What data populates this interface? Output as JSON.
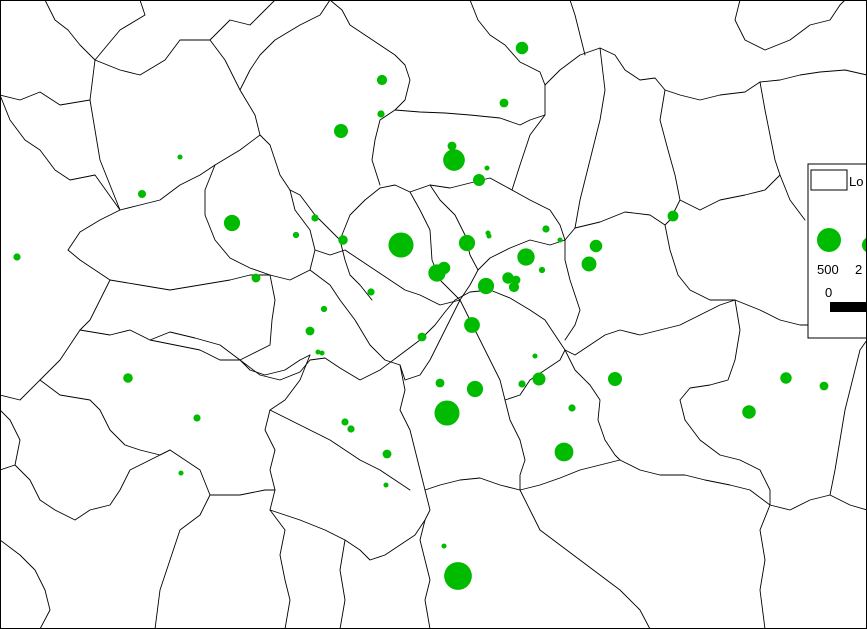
{
  "map": {
    "symbol_color": "#00bb00",
    "boundary_color": "#000000",
    "background_color": "#ffffff",
    "points": [
      {
        "value": 120
      },
      {
        "value": 80
      },
      {
        "value": 60
      },
      {
        "value": 150
      },
      {
        "value": 40
      },
      {
        "value": 360
      },
      {
        "value": 20
      },
      {
        "value": 110
      },
      {
        "value": 50
      },
      {
        "value": 200
      },
      {
        "value": 40
      },
      {
        "value": 30
      },
      {
        "value": 70
      },
      {
        "value": 40
      },
      {
        "value": 480
      },
      {
        "value": 200
      },
      {
        "value": 230
      },
      {
        "value": 120
      },
      {
        "value": 170
      },
      {
        "value": 90
      },
      {
        "value": 230
      },
      {
        "value": 120
      },
      {
        "value": 100
      },
      {
        "value": 20
      },
      {
        "value": 40
      },
      {
        "value": 200
      },
      {
        "value": 60
      },
      {
        "value": 80
      },
      {
        "value": 30
      },
      {
        "value": 190
      },
      {
        "value": 60
      },
      {
        "value": 40
      },
      {
        "value": 60
      },
      {
        "value": 60
      },
      {
        "value": 20
      },
      {
        "value": 200
      },
      {
        "value": 480
      },
      {
        "value": 60
      },
      {
        "value": 130
      },
      {
        "value": 270
      },
      {
        "value": 70
      },
      {
        "value": 60
      },
      {
        "value": 20
      },
      {
        "value": 150
      },
      {
        "value": 40
      },
      {
        "value": 40
      },
      {
        "value": 590
      },
      {
        "value": 40
      },
      {
        "value": 40
      },
      {
        "value": 140
      },
      {
        "value": 100
      },
      {
        "value": 60
      },
      {
        "value": 40
      },
      {
        "value": 50
      },
      {
        "value": 20
      },
      {
        "value": 20
      },
      {
        "value": 30
      },
      {
        "value": 20
      },
      {
        "value": 40
      },
      {
        "value": 60
      },
      {
        "value": 20
      },
      {
        "value": 20
      },
      {
        "value": 20
      },
      {
        "value": 20
      }
    ]
  },
  "legend": {
    "layer_label": "Lo",
    "size_labels": [
      "500",
      "2"
    ],
    "scale_label": "0"
  }
}
